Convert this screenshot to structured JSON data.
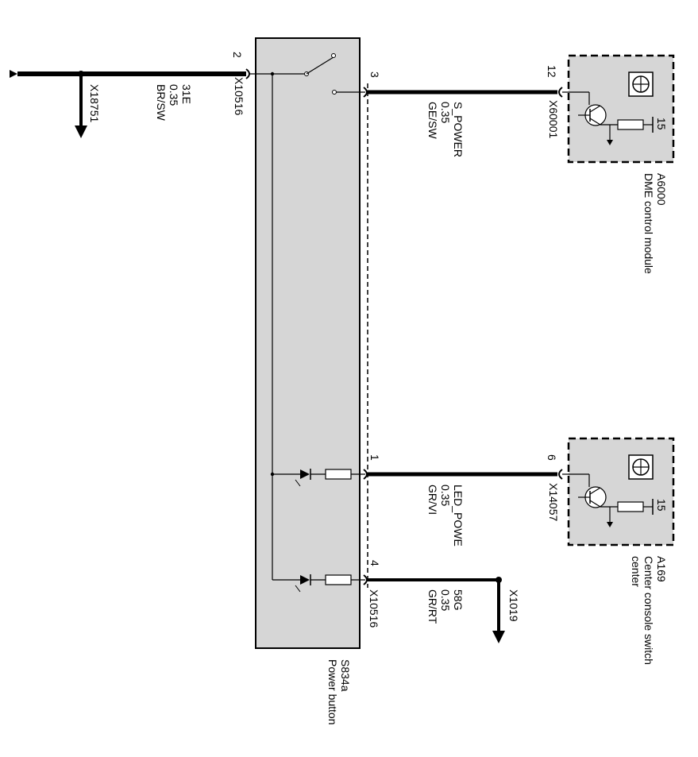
{
  "diagram": {
    "power_button": {
      "id": "S834a",
      "name": "Power button"
    },
    "dme_module": {
      "id": "A6000",
      "name": "DME control module",
      "pin_in": "12",
      "connector": "X60001",
      "pin_ground": "15"
    },
    "center_console": {
      "id": "A169",
      "name_line1": "Center console switch",
      "name_line2": "center",
      "pin_in": "6",
      "connector": "X14057",
      "pin_ground": "15"
    },
    "pins": {
      "p2": "2",
      "p3": "3",
      "p1": "1",
      "p4": "4"
    },
    "connectors": {
      "left_top": "X10516",
      "left_bottom": "X10516",
      "ground_left": "X18751",
      "ground_right": "X1019"
    },
    "wires": {
      "ground": {
        "name": "31E",
        "gauge": "0.35",
        "color": "BR/SW"
      },
      "s_power": {
        "name": "S_POWER",
        "gauge": "0.35",
        "color": "GE/SW"
      },
      "led_power": {
        "name": "LED_POWE",
        "gauge": "0.35",
        "color": "GR/VI"
      },
      "term58g": {
        "name": "58G",
        "gauge": "0.35",
        "color": "GR/RT"
      }
    }
  }
}
